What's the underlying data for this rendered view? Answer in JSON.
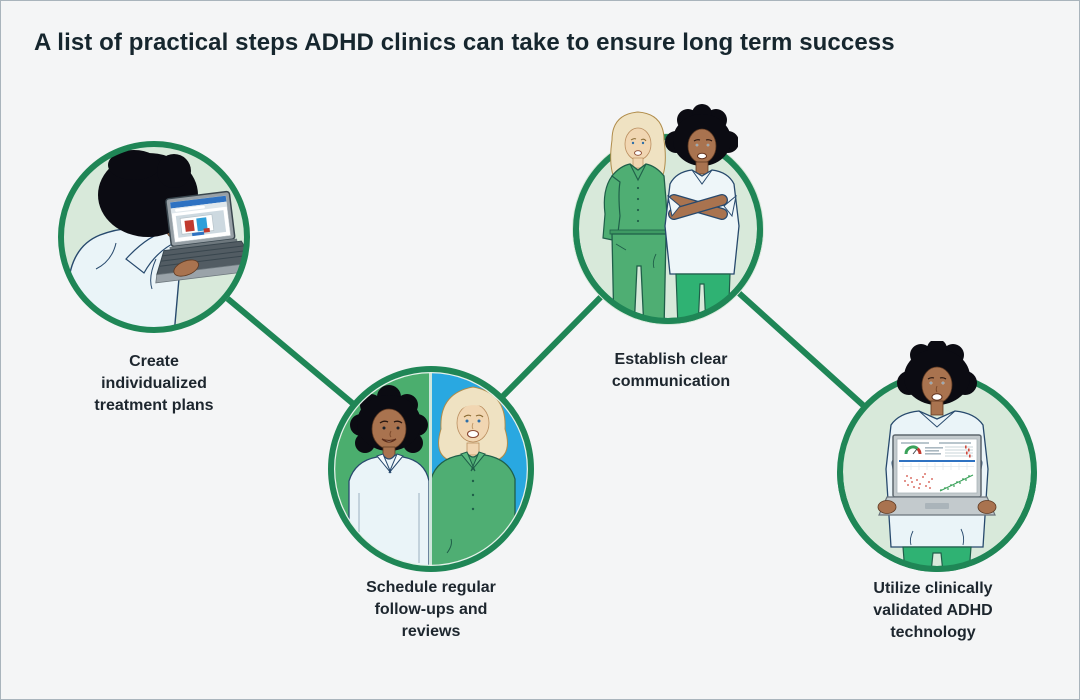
{
  "title": "A list of practical steps ADHD clinics can take to ensure long term success",
  "steps": [
    {
      "name": "create-individualized-treatment-plans",
      "label": "Create individualized treatment plans",
      "lines": [
        "Create",
        "individualized",
        "treatment plans"
      ],
      "illustration": "clinician-studying-treatment-plan-on-laptop"
    },
    {
      "name": "schedule-regular-follow-ups-and-reviews",
      "label": "Schedule regular follow-ups and reviews",
      "lines": [
        "Schedule regular",
        "follow-ups and",
        "reviews"
      ],
      "illustration": "two-clinicians-split-portrait"
    },
    {
      "name": "establish-clear-communication",
      "label": "Establish clear communication",
      "lines": [
        "Establish clear",
        "communication"
      ],
      "illustration": "two-colleagues-standing-together"
    },
    {
      "name": "utilize-clinically-validated-adhd-technology",
      "label": "Utilize clinically validated ADHD technology",
      "lines": [
        "Utilize clinically",
        "validated ADHD",
        "technology"
      ],
      "illustration": "clinician-presenting-adhd-dashboard-on-laptop"
    }
  ],
  "colors": {
    "background": "#f4f5f6",
    "page_border": "#a9b4bc",
    "title_text": "#16262e",
    "label_text": "#1d262e",
    "ring_and_connector_green": "#1f8656",
    "circle_fill_light_green": "#d8e9da",
    "split_left_green": "#4bae6e",
    "split_right_blue": "#29a8e1",
    "clothing_green": "#4fae73",
    "pants_green": "#2fb273",
    "shirt_white": "#eaf4f8",
    "skin_brown": "#a9734f",
    "skin_light": "#f1d6b2",
    "hair_black": "#0b0b12",
    "hair_blonde": "#efe2c2",
    "outline_navy": "#27496d",
    "screen_blue": "#2e72c2",
    "screen_red": "#c13a2e"
  }
}
